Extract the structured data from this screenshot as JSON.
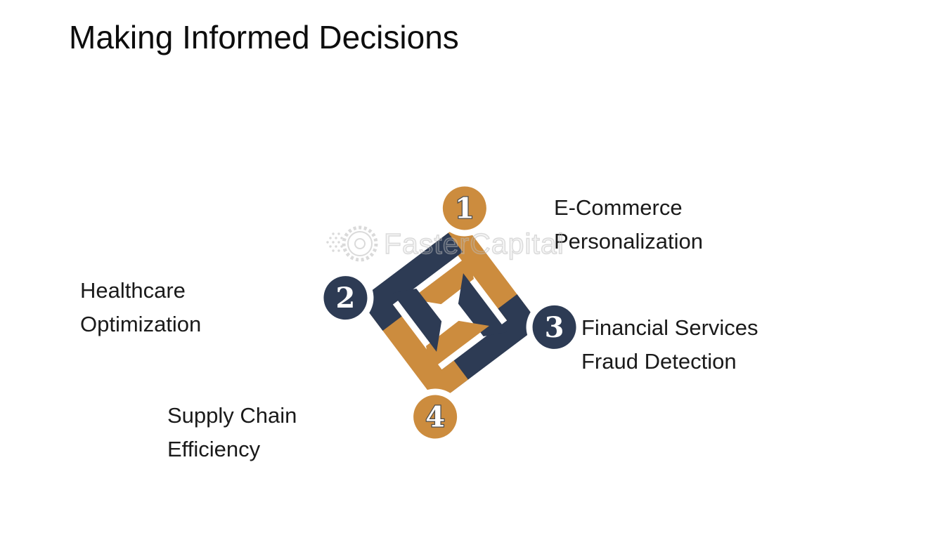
{
  "slide": {
    "title": "Making Informed Decisions",
    "background": "#ffffff"
  },
  "watermark": {
    "text": "FasterCapital"
  },
  "colors": {
    "navy": "#2d3b54",
    "orange": "#cc8c3e",
    "label_text": "#1a1a1a",
    "number_text": "#ffffff",
    "number_outline": "#4d4d4d",
    "watermark_gray": "#bdbdbd"
  },
  "diagram": {
    "type": "pinwheel-cycle",
    "items": [
      {
        "number": "1",
        "label": "E-Commerce\nPersonalization",
        "circle_color": "orange",
        "position": "top"
      },
      {
        "number": "2",
        "label": "Healthcare\nOptimization",
        "circle_color": "navy",
        "position": "left"
      },
      {
        "number": "3",
        "label": "Financial Services\nFraud Detection",
        "circle_color": "navy",
        "position": "right"
      },
      {
        "number": "4",
        "label": "Supply Chain\nEfficiency",
        "circle_color": "orange",
        "position": "bottom"
      }
    ]
  }
}
